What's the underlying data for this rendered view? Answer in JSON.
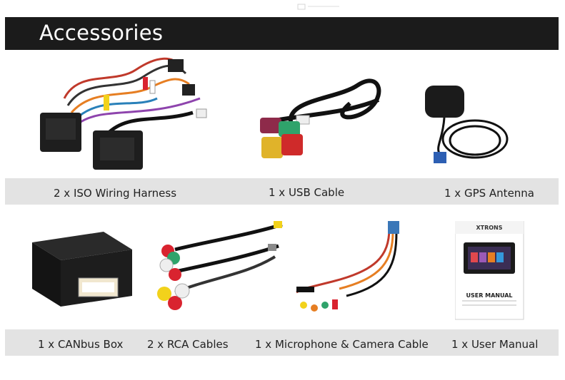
{
  "header": {
    "title": "Accessories"
  },
  "row1": [
    {
      "label": "2 x ISO Wiring Harness"
    },
    {
      "label": "1 x USB Cable"
    },
    {
      "label": "1 x GPS Antenna"
    }
  ],
  "row2": [
    {
      "label": "1 x CANbus Box"
    },
    {
      "label": "2 x RCA Cables"
    },
    {
      "label": "1 x Microphone & Camera Cable"
    },
    {
      "label": "1 x User Manual"
    }
  ],
  "manual": {
    "brand": "XTRONS",
    "title": "USER MANUAL"
  },
  "colors": {
    "header_bg": "#1b1b1b",
    "band_bg": "#e3e3e3",
    "rca_yellow": "#f2d21b",
    "rca_red": "#d9232f"
  }
}
